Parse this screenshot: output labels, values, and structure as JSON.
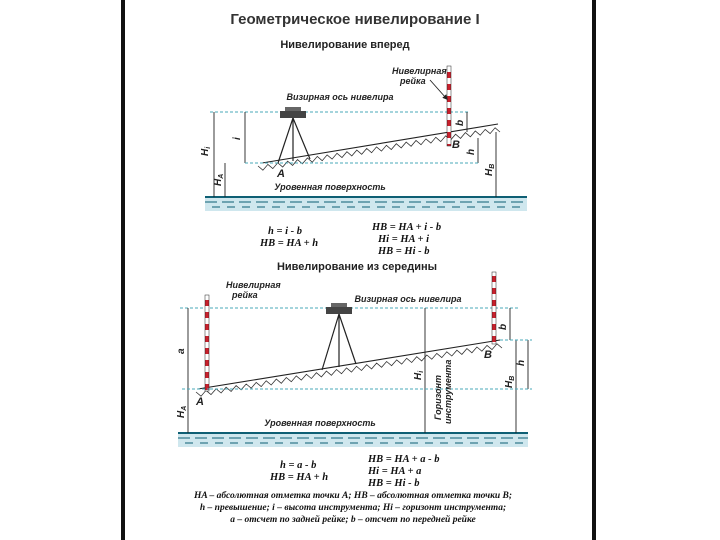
{
  "title": "Геометрическое нивелирование I",
  "top": {
    "subtitle": "Нивелирование вперед",
    "staff_label_1": "Нивелирная",
    "staff_label_2": "рейка",
    "sight_axis": "Визирная ось нивелира",
    "level_surface": "Уровенная поверхность",
    "point_a": "A",
    "point_b": "B",
    "sym_hi": "H",
    "sym_hi_sub": "i",
    "sym_i": "i",
    "sym_ha": "H",
    "sym_ha_sub": "A",
    "sym_b": "b",
    "sym_h": "h",
    "sym_hb": "H",
    "sym_hb_sub": "B",
    "formulas_left": [
      "h = i - b",
      "HB = HA + h"
    ],
    "formulas_right": [
      "HB = HA + i - b",
      "Hi = HA + i",
      "HB = Hi - b"
    ]
  },
  "bottom": {
    "subtitle": "Нивелирование из середины",
    "staff_label_1": "Нивелирная",
    "staff_label_2": "рейка",
    "sight_axis": "Визирная ось нивелира",
    "level_surface": "Уровенная поверхность",
    "horizon_1": "Горизонт",
    "horizon_2": "инструмента",
    "point_a": "A",
    "point_b": "B",
    "sym_a": "a",
    "sym_ha": "H",
    "sym_ha_sub": "A",
    "sym_hi": "H",
    "sym_hi_sub": "i",
    "sym_b": "b",
    "sym_hb": "H",
    "sym_hb_sub": "B",
    "sym_h": "h",
    "formulas_left": [
      "h = a - b",
      "HB = HA + h"
    ],
    "formulas_right": [
      "HB = HA + a - b",
      "Hi = HA + a",
      "HB = Hi - b"
    ]
  },
  "legend": [
    "HA – абсолютная отметка точки A; HB – абсолютная отметка точки B;",
    "h – превышение; i – высота инструмента; Hi – горизонт инструмента;",
    "a – отсчет по задней рейке; b – отсчет по передней рейке"
  ],
  "colors": {
    "water": "#cfe7ee",
    "water_line": "#0e5f74",
    "staff_red": "#c8202c",
    "dashed": "#4aa8b8"
  }
}
